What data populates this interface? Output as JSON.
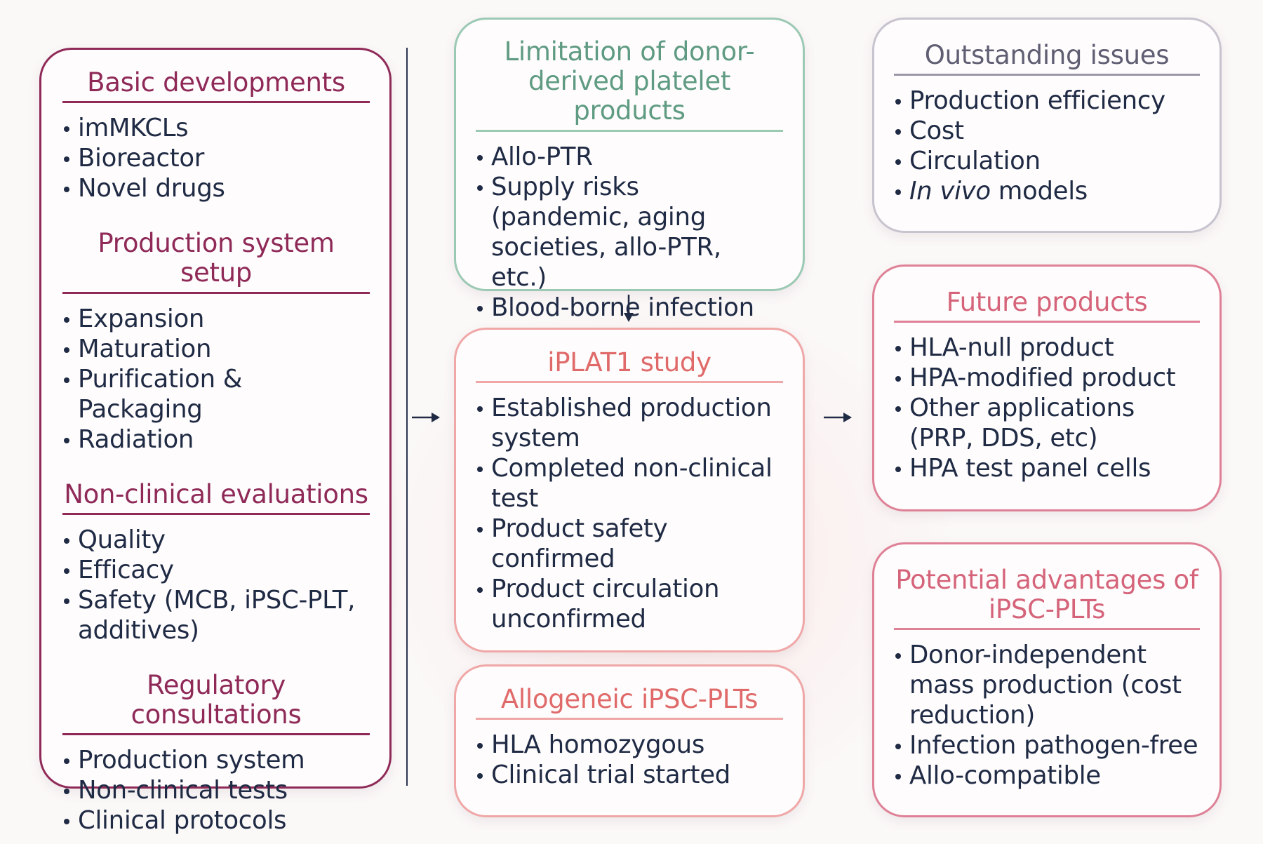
{
  "left": {
    "groups": [
      {
        "title": "Basic developments",
        "items": [
          "imMKCLs",
          "Bioreactor",
          "Novel drugs"
        ]
      },
      {
        "title": "Production system setup",
        "items": [
          "Expansion",
          "Maturation",
          "Purification & Packaging",
          "Radiation"
        ]
      },
      {
        "title": "Non-clinical evaluations",
        "items": [
          "Quality",
          "Efficacy",
          "Safety (MCB, iPSC-PLT, additives)"
        ]
      },
      {
        "title": "Regulatory consultations",
        "items": [
          "Production system",
          "Non-clinical tests",
          "Clinical protocols"
        ]
      }
    ]
  },
  "limitation": {
    "title": "Limitation of donor-derived platelet products",
    "items": [
      "Allo-PTR",
      "Supply risks (pandemic, aging societies, allo-PTR, etc.)",
      "Blood-borne infection"
    ]
  },
  "iplat1": {
    "title": "iPLAT1 study",
    "items": [
      "Established production system",
      "Completed non-clinical test",
      "Product safety confirmed",
      "Product circulation unconfirmed"
    ]
  },
  "allogeneic": {
    "title": "Allogeneic iPSC-PLTs",
    "items": [
      "HLA homozygous",
      "Clinical trial started"
    ]
  },
  "outstanding": {
    "title": "Outstanding issues",
    "items": [
      "Production efficiency",
      "Cost",
      "Circulation"
    ],
    "last_item_italic": "In vivo",
    "last_item_rest": " models"
  },
  "future": {
    "title": "Future products",
    "items": [
      "HLA-null product",
      "HPA-modified product",
      "Other applications (PRP, DDS, etc)",
      "HPA test panel cells"
    ]
  },
  "potential": {
    "title": "Potential advantages of iPSC-PLTs",
    "items": [
      "Donor-independent mass production (cost reduction)",
      "Infection pathogen-free",
      "Allo-compatible"
    ]
  },
  "colors": {
    "left_accent": "#8f2a58",
    "limitation_accent": "#5f9b82",
    "iplat_accent": "#e06a6a",
    "outstanding_accent": "#5f5e73",
    "future_accent": "#d5647a",
    "text": "#1f2a44"
  }
}
